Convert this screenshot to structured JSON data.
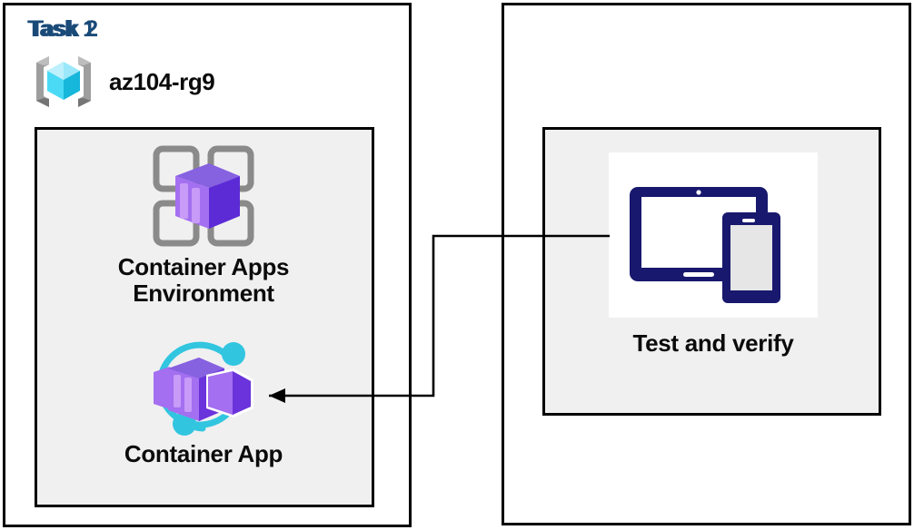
{
  "diagram": {
    "title_color": "#1A4A78",
    "panel_border_color": "#000000",
    "group_fill_color": "#F0F0F0",
    "connector_color": "#000000"
  },
  "task1": {
    "title": "Task 1",
    "resource_group": {
      "name": "az104-rg9",
      "icon": "resource-group-icon"
    },
    "nodes": [
      {
        "id": "container-apps-environment",
        "label": "Container Apps\nEnvironment",
        "icon": "container-apps-environment-icon"
      },
      {
        "id": "container-app",
        "label": "Container App",
        "icon": "container-app-icon"
      }
    ]
  },
  "task2": {
    "title": "Task 2",
    "nodes": [
      {
        "id": "test-and-verify",
        "label": "Test and verify",
        "icon": "tablet-and-phone-icon"
      }
    ]
  },
  "connections": [
    {
      "from": "test-and-verify",
      "to": "container-app",
      "arrow": "left"
    }
  ]
}
